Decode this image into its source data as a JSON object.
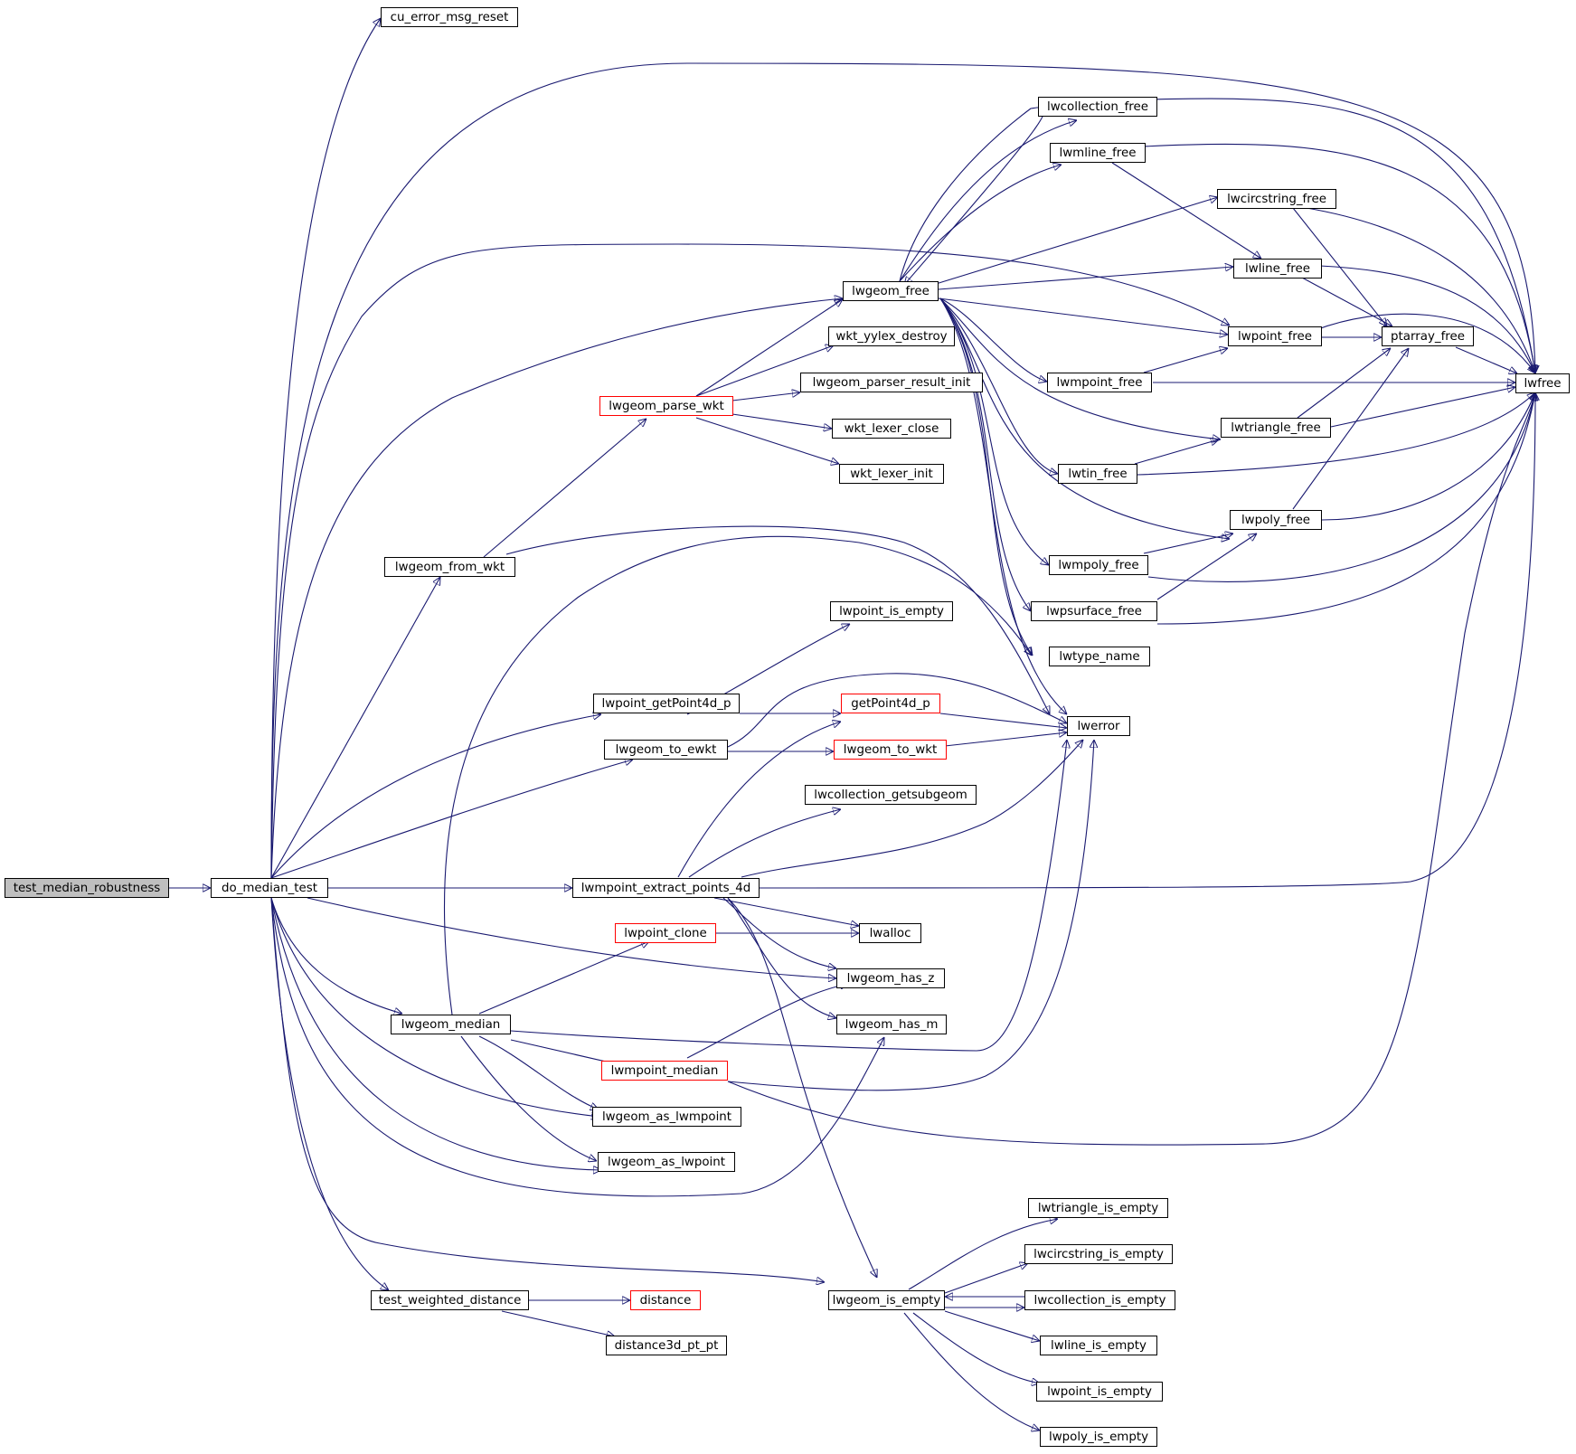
{
  "colors": {
    "edge": "#191970",
    "border": "#000000",
    "truncated_border": "#ff0000",
    "root_fill": "#bfbfbf",
    "background": "#ffffff"
  },
  "nodes": {
    "test_median_robustness": "test_median_robustness",
    "do_median_test": "do_median_test",
    "cu_error_msg_reset": "cu_error_msg_reset",
    "lwgeom_from_wkt": "lwgeom_from_wkt",
    "lwgeom_parse_wkt": "lwgeom_parse_wkt",
    "lwgeom_free": "lwgeom_free",
    "wkt_yylex_destroy": "wkt_yylex_destroy",
    "lwgeom_parser_result_init": "lwgeom_parser_result_init",
    "wkt_lexer_close": "wkt_lexer_close",
    "wkt_lexer_init": "wkt_lexer_init",
    "lwcollection_free": "lwcollection_free",
    "lwmline_free": "lwmline_free",
    "lwcircstring_free": "lwcircstring_free",
    "lwline_free": "lwline_free",
    "lwpoint_free": "lwpoint_free",
    "ptarray_free": "ptarray_free",
    "lwfree": "lwfree",
    "lwmpoint_free": "lwmpoint_free",
    "lwtriangle_free": "lwtriangle_free",
    "lwtin_free": "lwtin_free",
    "lwpoly_free": "lwpoly_free",
    "lwmpoly_free": "lwmpoly_free",
    "lwpsurface_free": "lwpsurface_free",
    "lwtype_name": "lwtype_name",
    "lwerror": "lwerror",
    "lwpoint_is_empty_top": "lwpoint_is_empty",
    "lwpoint_getPoint4d_p": "lwpoint_getPoint4d_p",
    "getPoint4d_p": "getPoint4d_p",
    "lwgeom_to_ewkt": "lwgeom_to_ewkt",
    "lwgeom_to_wkt": "lwgeom_to_wkt",
    "lwcollection_getsubgeom": "lwcollection_getsubgeom",
    "lwmpoint_extract_points_4d": "lwmpoint_extract_points_4d",
    "lwalloc": "lwalloc",
    "lwpoint_clone": "lwpoint_clone",
    "lwgeom_has_z": "lwgeom_has_z",
    "lwgeom_has_m": "lwgeom_has_m",
    "lwgeom_median": "lwgeom_median",
    "lwmpoint_median": "lwmpoint_median",
    "lwgeom_as_lwmpoint": "lwgeom_as_lwmpoint",
    "lwgeom_as_lwpoint": "lwgeom_as_lwpoint",
    "lwtriangle_is_empty": "lwtriangle_is_empty",
    "lwcircstring_is_empty": "lwcircstring_is_empty",
    "lwgeom_is_empty": "lwgeom_is_empty",
    "lwcollection_is_empty": "lwcollection_is_empty",
    "lwline_is_empty": "lwline_is_empty",
    "lwpoint_is_empty": "lwpoint_is_empty",
    "lwpoly_is_empty": "lwpoly_is_empty",
    "test_weighted_distance": "test_weighted_distance",
    "distance": "distance",
    "distance3d_pt_pt": "distance3d_pt_pt"
  }
}
